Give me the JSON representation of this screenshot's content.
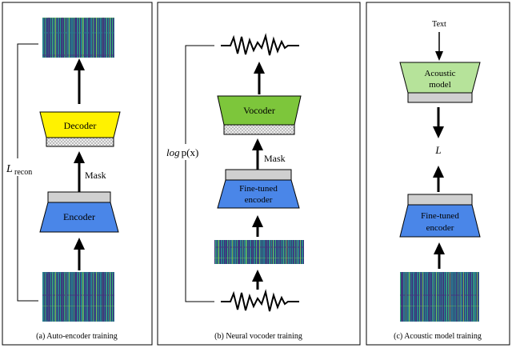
{
  "panels": {
    "a": {
      "caption": "(a) Auto-encoder training",
      "decoder_label": "Decoder",
      "encoder_label": "Encoder",
      "mask_label": "Mask",
      "loss_main": "L",
      "loss_sub": "recon"
    },
    "b": {
      "caption": "(b) Neural vocoder training",
      "vocoder_label": "Vocoder",
      "encoder_line1": "Fine-tuned",
      "encoder_line2": "encoder",
      "mask_label": "Mask",
      "loss_log": "log",
      "loss_p": "p(x)"
    },
    "c": {
      "caption": "(c) Acoustic model training",
      "text_label": "Text",
      "acoustic_line1": "Acoustic",
      "acoustic_line2": "model",
      "loss_label": "L",
      "encoder_line1": "Fine-tuned",
      "encoder_line2": "encoder"
    }
  },
  "colors": {
    "decoder_fill": "#fff200",
    "encoder_fill": "#4a86e8",
    "vocoder_fill": "#7dc63b",
    "acoustic_fill": "#b6e39a",
    "bar_fill": "#d0d0d0",
    "mask_fill": "#e6e6e6",
    "spectrogram_base": "#3a2f7a"
  }
}
